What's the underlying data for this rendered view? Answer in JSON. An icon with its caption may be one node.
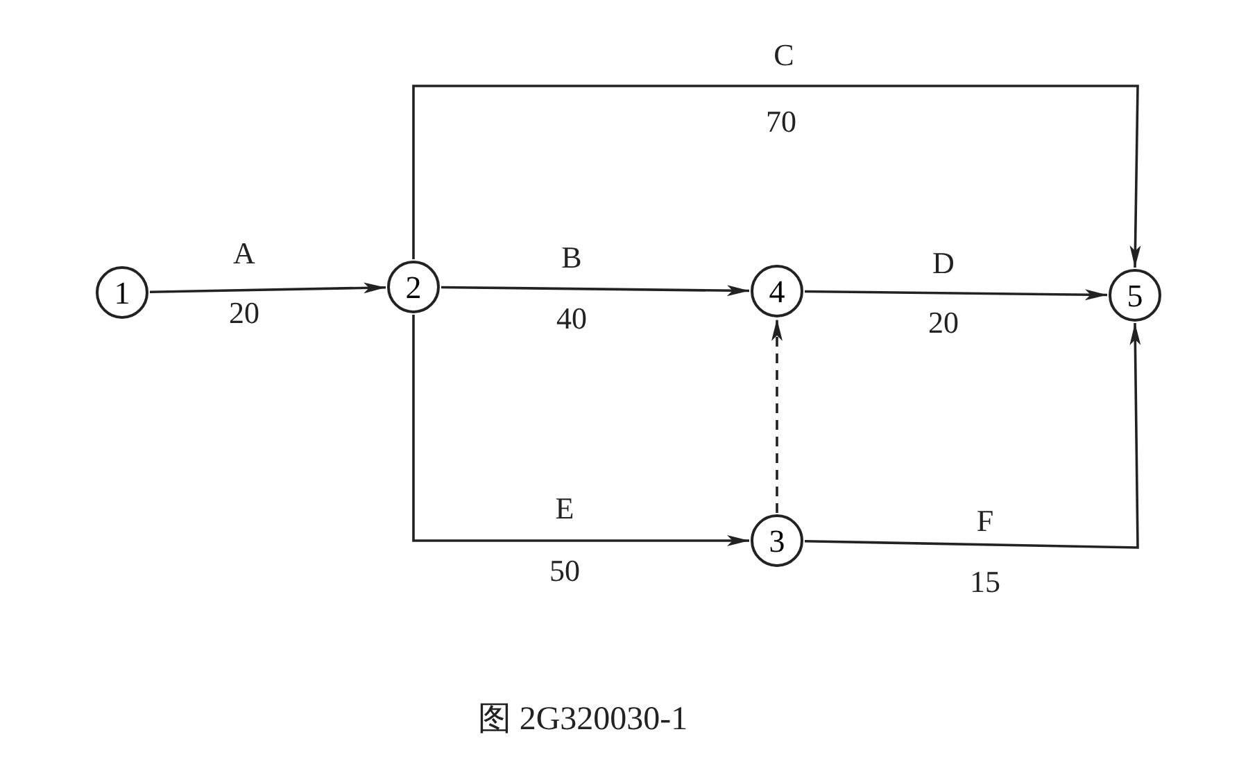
{
  "diagram": {
    "caption": "图 2G320030-1",
    "nodes": [
      {
        "text": [
          "1"
        ]
      },
      {
        "text": [
          "2"
        ]
      },
      {
        "text": [
          "4"
        ]
      },
      {
        "text": [
          "5"
        ]
      },
      {
        "text": [
          "3"
        ]
      }
    ],
    "edges": [
      {
        "from": 0,
        "to": 1,
        "arrow": "to",
        "label": "A"
      },
      {
        "from": 1,
        "to": 3,
        "arrow": "to",
        "label": "C"
      },
      {
        "from": 1,
        "to": 2,
        "arrow": "to",
        "label": "B"
      },
      {
        "from": 2,
        "to": 3,
        "arrow": "to",
        "label": "D"
      },
      {
        "from": 1,
        "to": 4,
        "arrow": "to",
        "label": "E"
      },
      {
        "from": 4,
        "to": 2,
        "arrow": "to",
        "style": "dashed"
      },
      {
        "from": 4,
        "to": 3,
        "arrow": "to",
        "label": "F"
      }
    ],
    "labels": [
      "70",
      "20",
      "40",
      "20",
      "50",
      "15"
    ]
  }
}
